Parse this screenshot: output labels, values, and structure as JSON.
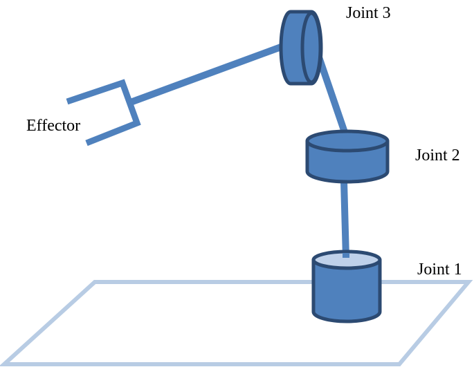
{
  "labels": {
    "joint1": "Joint 1",
    "joint2": "Joint 2",
    "joint3": "Joint 3",
    "effector": "Effector"
  },
  "colors": {
    "arm": "#4f81bd",
    "outline": "#2c4a72",
    "cylinder_top": "#bfd1ea",
    "ground": "#b8cce4",
    "background": "#ffffff",
    "text": "#000000"
  }
}
